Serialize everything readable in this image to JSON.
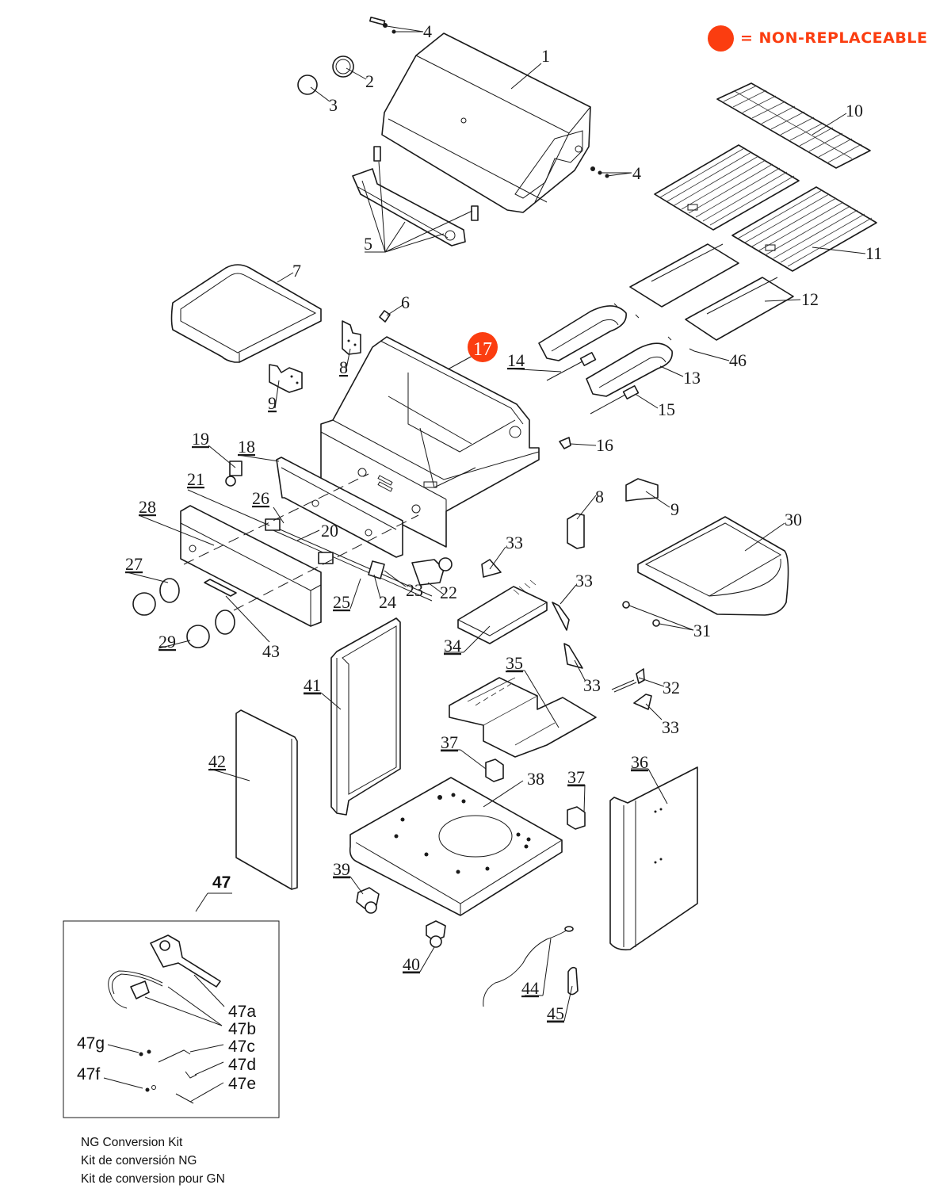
{
  "legend": {
    "marker_color": "#fb3d10",
    "text": "= NON-REPLACEABLE"
  },
  "callouts": {
    "p1": "1",
    "p2": "2",
    "p3": "3",
    "p4a": "4",
    "p4b": "4",
    "p5": "5",
    "p6": "6",
    "p7": "7",
    "p8a": "8",
    "p8b": "8",
    "p9a": "9",
    "p9b": "9",
    "p10": "10",
    "p11": "11",
    "p12": "12",
    "p13": "13",
    "p14": "14",
    "p15": "15",
    "p16": "16",
    "p17": "17",
    "p18": "18",
    "p19": "19",
    "p20": "20",
    "p21": "21",
    "p22": "22",
    "p23": "23",
    "p24": "24",
    "p25": "25",
    "p26": "26",
    "p27": "27",
    "p28": "28",
    "p29": "29",
    "p30": "30",
    "p31": "31",
    "p32": "32",
    "p33a": "33",
    "p33b": "33",
    "p33c": "33",
    "p33d": "33",
    "p34": "34",
    "p35": "35",
    "p36": "36",
    "p37a": "37",
    "p37b": "37",
    "p38": "38",
    "p39": "39",
    "p40": "40",
    "p41": "41",
    "p42": "42",
    "p43": "43",
    "p44": "44",
    "p45": "45",
    "p46": "46",
    "p47": "47"
  },
  "non_replaceable_parts": [
    "17"
  ],
  "kit": {
    "labels": {
      "a": "47a",
      "b": "47b",
      "c": "47c",
      "d": "47d",
      "e": "47e",
      "f": "47f",
      "g": "47g"
    },
    "caption": [
      "NG Conversion Kit",
      "Kit de conversión NG",
      "Kit de conversion pour GN"
    ]
  }
}
